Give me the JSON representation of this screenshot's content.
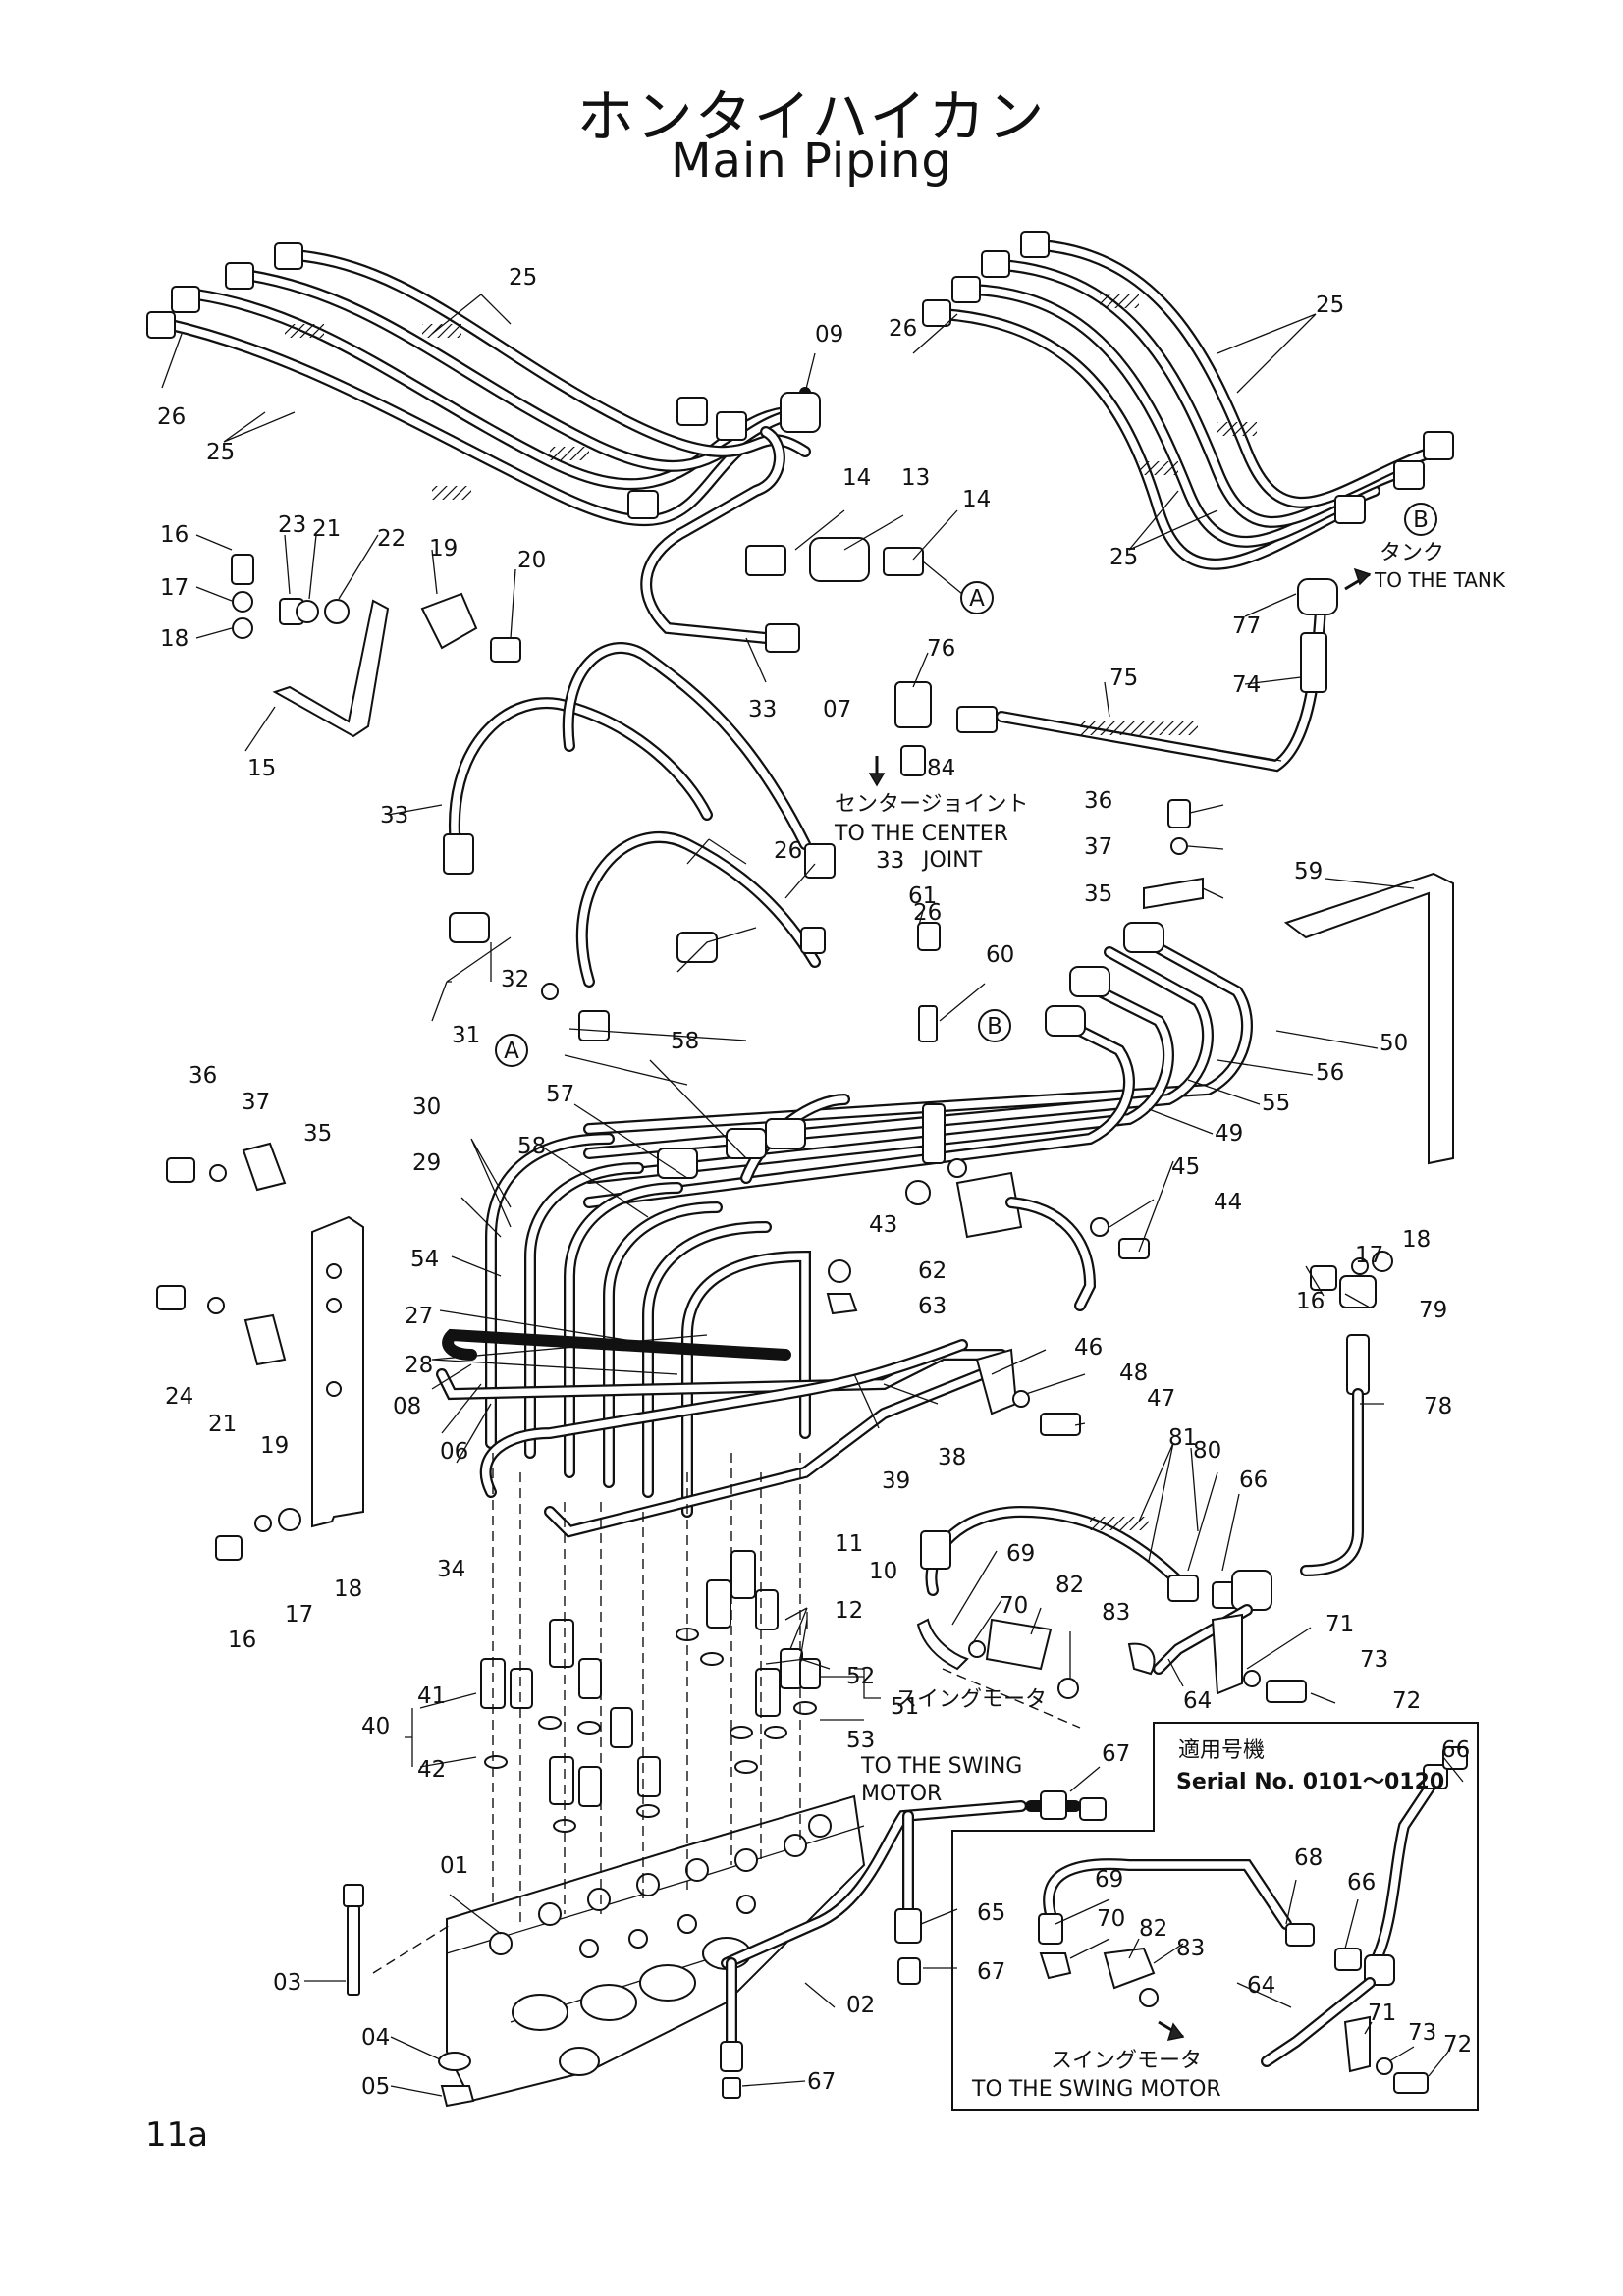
{
  "title_jp": "ホンタイハイカン",
  "title_en": "Main Piping",
  "page_number": "11a",
  "notes": {
    "center_joint_jp": "センタージョイント",
    "center_joint_en_1": "TO THE CENTER",
    "center_joint_en_2": "JOINT",
    "tank_jp": "タンク",
    "tank_en": "TO THE TANK",
    "swing_jp": "スイングモータ",
    "swing_en_1": "TO THE SWING",
    "swing_en_2": "MOTOR",
    "inset_header_jp": "適用号機",
    "inset_serial": "Serial No. 0101～0120",
    "inset_swing_jp": "スイングモータ",
    "inset_swing_en": "TO THE SWING MOTOR"
  },
  "connectors": {
    "a": "A",
    "b": "B"
  },
  "callouts": [
    {
      "id": "c25a",
      "text": "25"
    },
    {
      "id": "c26a",
      "text": "26"
    },
    {
      "id": "c25b",
      "text": "25"
    },
    {
      "id": "c09",
      "text": "09"
    },
    {
      "id": "c14a",
      "text": "14"
    },
    {
      "id": "c13",
      "text": "13"
    },
    {
      "id": "c14b",
      "text": "14"
    },
    {
      "id": "c26b",
      "text": "26"
    },
    {
      "id": "c25c",
      "text": "25"
    },
    {
      "id": "c25d",
      "text": "25"
    },
    {
      "id": "c77",
      "text": "77"
    },
    {
      "id": "c74",
      "text": "74"
    },
    {
      "id": "c16a",
      "text": "16"
    },
    {
      "id": "c23",
      "text": "23"
    },
    {
      "id": "c21a",
      "text": "21"
    },
    {
      "id": "c22",
      "text": "22"
    },
    {
      "id": "c19a",
      "text": "19"
    },
    {
      "id": "c20",
      "text": "20"
    },
    {
      "id": "c17a",
      "text": "17"
    },
    {
      "id": "c18a",
      "text": "18"
    },
    {
      "id": "c15",
      "text": "15"
    },
    {
      "id": "c07",
      "text": "07"
    },
    {
      "id": "c76",
      "text": "76"
    },
    {
      "id": "c75",
      "text": "75"
    },
    {
      "id": "c84",
      "text": "84"
    },
    {
      "id": "c33a",
      "text": "33"
    },
    {
      "id": "c33b",
      "text": "33"
    },
    {
      "id": "c26c",
      "text": "26"
    },
    {
      "id": "c33c",
      "text": "33"
    },
    {
      "id": "c36a",
      "text": "36"
    },
    {
      "id": "c37a",
      "text": "37"
    },
    {
      "id": "c35a",
      "text": "35"
    },
    {
      "id": "c59",
      "text": "59"
    },
    {
      "id": "c26d",
      "text": "26"
    },
    {
      "id": "c61",
      "text": "61"
    },
    {
      "id": "c60",
      "text": "60"
    },
    {
      "id": "c32",
      "text": "32"
    },
    {
      "id": "c31",
      "text": "31"
    },
    {
      "id": "c58a",
      "text": "58"
    },
    {
      "id": "c50",
      "text": "50"
    },
    {
      "id": "c56",
      "text": "56"
    },
    {
      "id": "c55",
      "text": "55"
    },
    {
      "id": "c49",
      "text": "49"
    },
    {
      "id": "c36b",
      "text": "36"
    },
    {
      "id": "c37b",
      "text": "37"
    },
    {
      "id": "c35b",
      "text": "35"
    },
    {
      "id": "c57",
      "text": "57"
    },
    {
      "id": "c30",
      "text": "30"
    },
    {
      "id": "c58b",
      "text": "58"
    },
    {
      "id": "c45",
      "text": "45"
    },
    {
      "id": "c44",
      "text": "44"
    },
    {
      "id": "c29",
      "text": "29"
    },
    {
      "id": "c43",
      "text": "43"
    },
    {
      "id": "c54",
      "text": "54"
    },
    {
      "id": "c62",
      "text": "62"
    },
    {
      "id": "c63",
      "text": "63"
    },
    {
      "id": "c16b",
      "text": "16"
    },
    {
      "id": "c17b",
      "text": "17"
    },
    {
      "id": "c18b",
      "text": "18"
    },
    {
      "id": "c79",
      "text": "79"
    },
    {
      "id": "c27",
      "text": "27"
    },
    {
      "id": "c28",
      "text": "28"
    },
    {
      "id": "c24",
      "text": "24"
    },
    {
      "id": "c21b",
      "text": "21"
    },
    {
      "id": "c19b",
      "text": "19"
    },
    {
      "id": "c46",
      "text": "46"
    },
    {
      "id": "c48",
      "text": "48"
    },
    {
      "id": "c47",
      "text": "47"
    },
    {
      "id": "c78",
      "text": "78"
    },
    {
      "id": "c08",
      "text": "08"
    },
    {
      "id": "c06",
      "text": "06"
    },
    {
      "id": "c39",
      "text": "39"
    },
    {
      "id": "c38",
      "text": "38"
    },
    {
      "id": "c81",
      "text": "81"
    },
    {
      "id": "c80",
      "text": "80"
    },
    {
      "id": "c66a",
      "text": "66"
    },
    {
      "id": "c16c",
      "text": "16"
    },
    {
      "id": "c17c",
      "text": "17"
    },
    {
      "id": "c18c",
      "text": "18"
    },
    {
      "id": "c34",
      "text": "34"
    },
    {
      "id": "c11",
      "text": "11"
    },
    {
      "id": "c10",
      "text": "10"
    },
    {
      "id": "c12",
      "text": "12"
    },
    {
      "id": "c69a",
      "text": "69"
    },
    {
      "id": "c70a",
      "text": "70"
    },
    {
      "id": "c82a",
      "text": "82"
    },
    {
      "id": "c83a",
      "text": "83"
    },
    {
      "id": "c71a",
      "text": "71"
    },
    {
      "id": "c73a",
      "text": "73"
    },
    {
      "id": "c72a",
      "text": "72"
    },
    {
      "id": "c64a",
      "text": "64"
    },
    {
      "id": "c41",
      "text": "41"
    },
    {
      "id": "c40",
      "text": "40"
    },
    {
      "id": "c42",
      "text": "42"
    },
    {
      "id": "c52",
      "text": "52"
    },
    {
      "id": "c51",
      "text": "51"
    },
    {
      "id": "c53",
      "text": "53"
    },
    {
      "id": "c67a",
      "text": "67"
    },
    {
      "id": "c66b",
      "text": "66"
    },
    {
      "id": "c01",
      "text": "01"
    },
    {
      "id": "c03",
      "text": "03"
    },
    {
      "id": "c65",
      "text": "65"
    },
    {
      "id": "c67b",
      "text": "67"
    },
    {
      "id": "c02",
      "text": "02"
    },
    {
      "id": "c04",
      "text": "04"
    },
    {
      "id": "c05",
      "text": "05"
    },
    {
      "id": "c67c",
      "text": "67"
    },
    {
      "id": "c68",
      "text": "68"
    },
    {
      "id": "c66c",
      "text": "66"
    },
    {
      "id": "c69b",
      "text": "69"
    },
    {
      "id": "c82b",
      "text": "82"
    },
    {
      "id": "c70b",
      "text": "70"
    },
    {
      "id": "c83b",
      "text": "83"
    },
    {
      "id": "c64b",
      "text": "64"
    },
    {
      "id": "c71b",
      "text": "71"
    },
    {
      "id": "c73b",
      "text": "73"
    },
    {
      "id": "c72b",
      "text": "72"
    }
  ]
}
